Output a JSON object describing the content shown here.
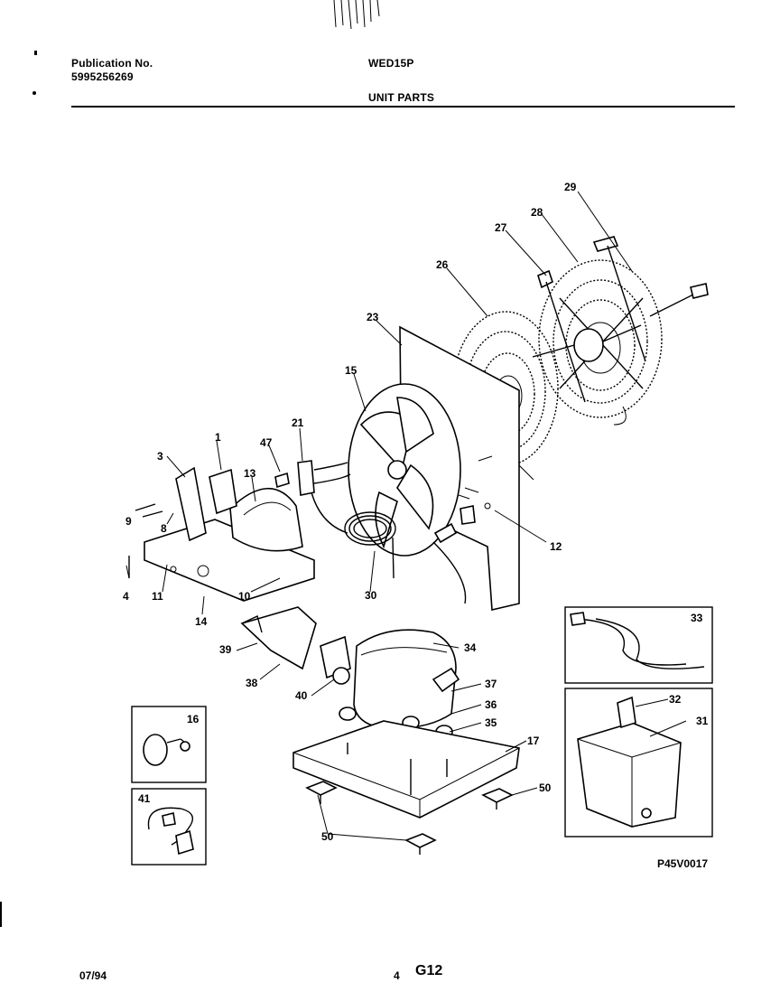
{
  "header": {
    "publication_label": "Publication No.",
    "publication_number": "5995256269",
    "model": "WED15P",
    "section_title": "UNIT PARTS"
  },
  "diagram": {
    "code": "P45V0017",
    "callouts": {
      "c1": "1",
      "c3": "3",
      "c4": "4",
      "c8": "8",
      "c9": "9",
      "c10": "10",
      "c11": "11",
      "c12": "12",
      "c13": "13",
      "c14": "14",
      "c15": "15",
      "c16": "16",
      "c17": "17",
      "c21": "21",
      "c23": "23",
      "c26": "26",
      "c27": "27",
      "c28": "28",
      "c29": "29",
      "c30": "30",
      "c31": "31",
      "c32": "32",
      "c33": "33",
      "c34": "34",
      "c35": "35",
      "c36": "36",
      "c37": "37",
      "c38": "38",
      "c39": "39",
      "c40": "40",
      "c41": "41",
      "c47": "47",
      "c50a": "50",
      "c50b": "50"
    }
  },
  "footer": {
    "date": "07/94",
    "page_number": "4",
    "page_code": "G12"
  }
}
